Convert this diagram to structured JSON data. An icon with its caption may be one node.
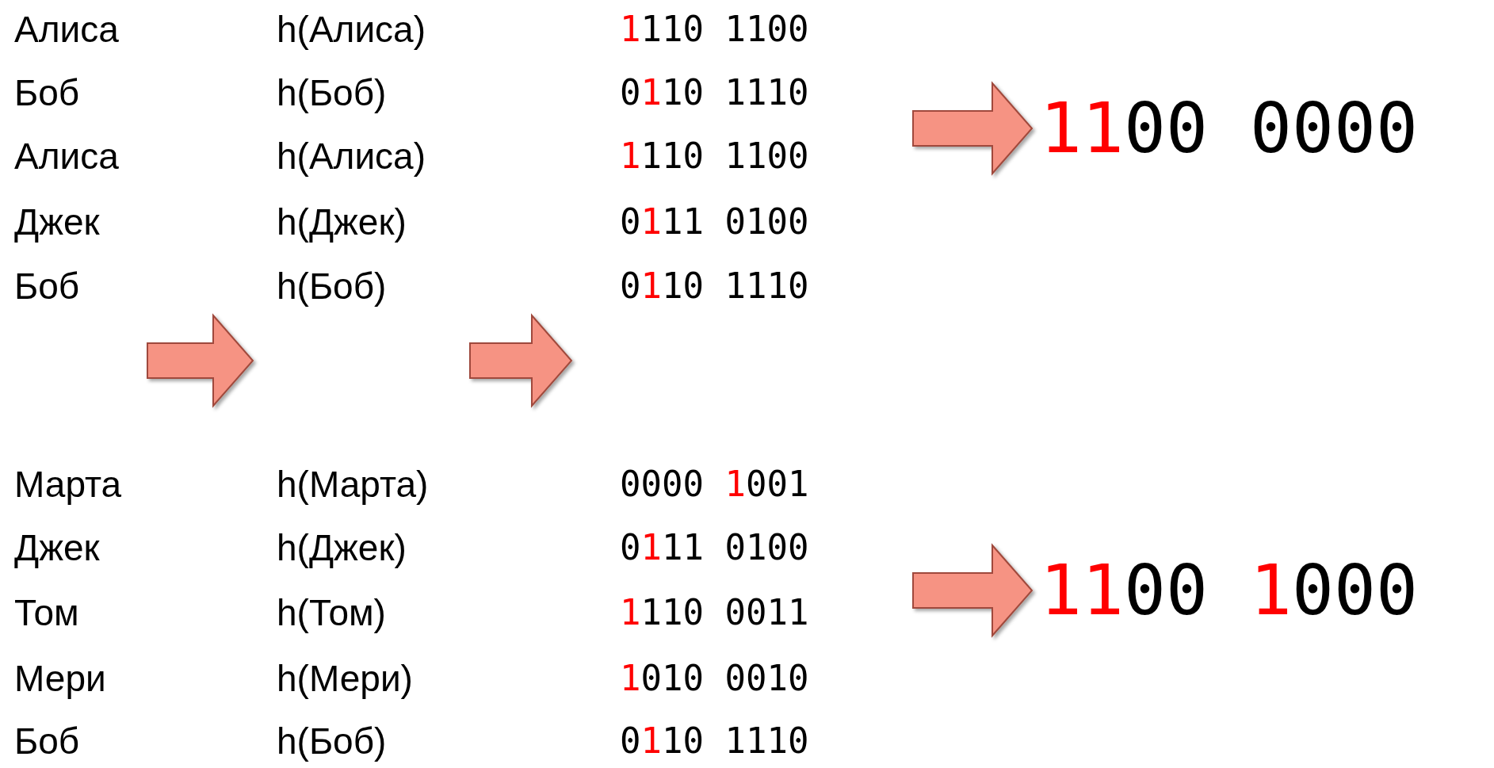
{
  "diagram": {
    "nodes": [
      {
        "text": [
          "1100 0000"
        ]
      },
      {
        "text": [
          "1100 1000"
        ]
      }
    ],
    "edges": [
      {
        "from": null,
        "to": 0,
        "arrow": "to"
      },
      {
        "from": null,
        "to": 1,
        "arrow": "to"
      }
    ],
    "labels": [
      "Алиса",
      "h(Алиса)",
      "1110 1100",
      "Боб",
      "h(Боб)",
      "0110 1110",
      "Алиса",
      "h(Алиса)",
      "1110 1100",
      "Джек",
      "h(Джек)",
      "0111 0100",
      "Боб",
      "h(Боб)",
      "0110 1110",
      "Марта",
      "h(Марта)",
      "0000 1001",
      "Джек",
      "h(Джек)",
      "0111 0100",
      "Том",
      "h(Том)",
      "1110 0011",
      "Мери",
      "h(Мери)",
      "1010 0010",
      "Боб",
      "h(Боб)",
      "0110 1110"
    ]
  }
}
